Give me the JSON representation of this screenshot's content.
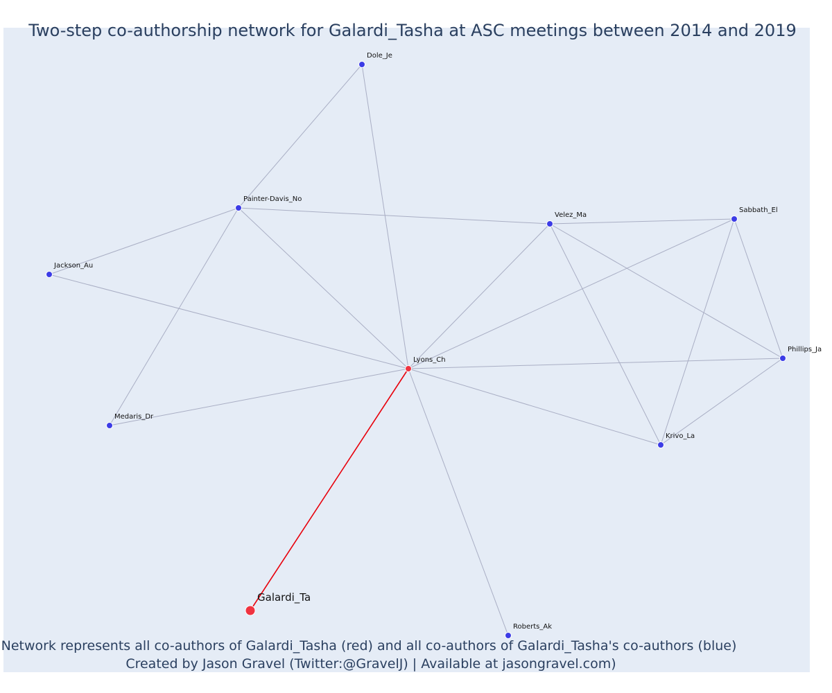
{
  "title": "Two-step co-authorship network for Galardi_Tasha at ASC meetings between 2014 and 2019",
  "caption_line1": "Network represents all co-authors of Galardi_Tasha (red) and all co-authors of Galardi_Tasha's co-authors (blue)",
  "caption_line2": "Created by Jason Gravel (Twitter:@GravelJ) | Available at jasongravel.com)",
  "colors": {
    "plot_bg": "#e5ecf6",
    "text": "#2a3f5f",
    "edge": "#a9aec4",
    "focal_edge": "#e8000b",
    "blue_node": "#3c3ce6",
    "red_node": "#ef3340"
  },
  "nodes": [
    {
      "id": "Dole_Je",
      "color": "blue"
    },
    {
      "id": "Painter-Davis_No",
      "color": "blue"
    },
    {
      "id": "Velez_Ma",
      "color": "blue"
    },
    {
      "id": "Sabbath_El",
      "color": "blue"
    },
    {
      "id": "Jackson_Au",
      "color": "blue"
    },
    {
      "id": "Lyons_Ch",
      "color": "red"
    },
    {
      "id": "Phillips_Ja",
      "color": "blue"
    },
    {
      "id": "Medaris_Dr",
      "color": "blue"
    },
    {
      "id": "Krivo_La",
      "color": "blue"
    },
    {
      "id": "Galardi_Ta",
      "color": "red",
      "focal": true
    },
    {
      "id": "Roberts_Ak",
      "color": "blue"
    }
  ],
  "edges": [
    {
      "source": "Dole_Je",
      "target": "Painter-Davis_No"
    },
    {
      "source": "Dole_Je",
      "target": "Lyons_Ch"
    },
    {
      "source": "Painter-Davis_No",
      "target": "Jackson_Au"
    },
    {
      "source": "Painter-Davis_No",
      "target": "Medaris_Dr"
    },
    {
      "source": "Painter-Davis_No",
      "target": "Lyons_Ch"
    },
    {
      "source": "Painter-Davis_No",
      "target": "Velez_Ma"
    },
    {
      "source": "Velez_Ma",
      "target": "Sabbath_El"
    },
    {
      "source": "Velez_Ma",
      "target": "Lyons_Ch"
    },
    {
      "source": "Velez_Ma",
      "target": "Phillips_Ja"
    },
    {
      "source": "Velez_Ma",
      "target": "Krivo_La"
    },
    {
      "source": "Sabbath_El",
      "target": "Lyons_Ch"
    },
    {
      "source": "Sabbath_El",
      "target": "Phillips_Ja"
    },
    {
      "source": "Sabbath_El",
      "target": "Krivo_La"
    },
    {
      "source": "Jackson_Au",
      "target": "Lyons_Ch"
    },
    {
      "source": "Lyons_Ch",
      "target": "Phillips_Ja"
    },
    {
      "source": "Lyons_Ch",
      "target": "Medaris_Dr"
    },
    {
      "source": "Lyons_Ch",
      "target": "Krivo_La"
    },
    {
      "source": "Lyons_Ch",
      "target": "Roberts_Ak"
    },
    {
      "source": "Lyons_Ch",
      "target": "Galardi_Ta",
      "focal": true
    },
    {
      "source": "Phillips_Ja",
      "target": "Krivo_La"
    }
  ]
}
